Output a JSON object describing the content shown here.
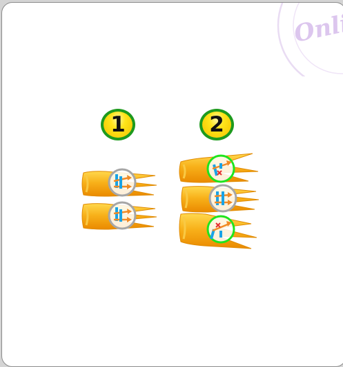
{
  "watermark": {
    "text": "Onli",
    "color": "#dcc6ee"
  },
  "options": [
    {
      "number": "1",
      "rows": [
        {
          "state": "correct"
        },
        {
          "state": "correct"
        }
      ]
    },
    {
      "number": "2",
      "rows": [
        {
          "state": "wrong"
        },
        {
          "state": "correct"
        },
        {
          "state": "wrong"
        }
      ]
    }
  ],
  "colors": {
    "badge_fill": "#ffe51a",
    "badge_border": "#1e9a1e",
    "piece_orange": "#f6a200",
    "piece_light": "#ffd84d",
    "ring_gray": "#a6a6a6",
    "ring_green": "#1ee51e",
    "line_blue": "#1aa3e6",
    "arrow_orange": "#f08a24",
    "mark_red": "#e53030"
  },
  "icons": [
    "carrot-piece-icon",
    "compass-circle-icon",
    "cross-mark-icon"
  ]
}
